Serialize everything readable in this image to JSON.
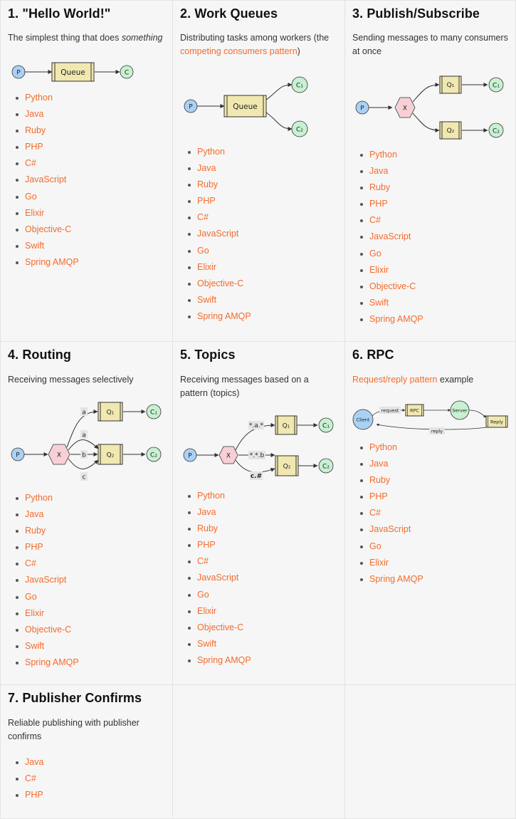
{
  "tutorials": [
    {
      "title": "1. \"Hello World!\"",
      "desc_pre": "The simplest thing that does ",
      "desc_em": "something",
      "diagram": {
        "p": "P",
        "queue": "Queue",
        "c": "C"
      },
      "languages": [
        "Python",
        "Java",
        "Ruby",
        "PHP",
        "C#",
        "JavaScript",
        "Go",
        "Elixir",
        "Objective-C",
        "Swift",
        "Spring AMQP"
      ]
    },
    {
      "title": "2. Work Queues",
      "desc_pre": "Distributing tasks among workers (the ",
      "desc_link": "competing consumers pattern",
      "desc_post": ")",
      "diagram": {
        "p": "P",
        "queue": "Queue",
        "c1": "C₁",
        "c2": "C₂"
      },
      "languages": [
        "Python",
        "Java",
        "Ruby",
        "PHP",
        "C#",
        "JavaScript",
        "Go",
        "Elixir",
        "Objective-C",
        "Swift",
        "Spring AMQP"
      ]
    },
    {
      "title": "3. Publish/Subscribe",
      "desc": "Sending messages to many consumers at once",
      "diagram": {
        "p": "P",
        "x": "X",
        "q1": "Q₁",
        "q2": "Q₂",
        "c1": "C₁",
        "c2": "C₂"
      },
      "languages": [
        "Python",
        "Java",
        "Ruby",
        "PHP",
        "C#",
        "JavaScript",
        "Go",
        "Elixir",
        "Objective-C",
        "Swift",
        "Spring AMQP"
      ]
    },
    {
      "title": "4. Routing",
      "desc": "Receiving messages selectively",
      "diagram": {
        "p": "P",
        "x": "X",
        "q1": "Q₁",
        "q2": "Q₂",
        "c1": "C₁",
        "c2": "C₂",
        "k_a1": "a",
        "k_a2": "a",
        "k_b": "b",
        "k_c": "c"
      },
      "languages": [
        "Python",
        "Java",
        "Ruby",
        "PHP",
        "C#",
        "JavaScript",
        "Go",
        "Elixir",
        "Objective-C",
        "Swift",
        "Spring AMQP"
      ]
    },
    {
      "title": "5. Topics",
      "desc": "Receiving messages based on a pattern (topics)",
      "diagram": {
        "p": "P",
        "x": "X",
        "q1": "Q₁",
        "q2": "Q₂",
        "c1": "C₁",
        "c2": "C₂",
        "k1": "*.a.*",
        "k2": "*.*.b",
        "k3": "c.#"
      },
      "languages": [
        "Python",
        "Java",
        "Ruby",
        "PHP",
        "C#",
        "JavaScript",
        "Go",
        "Elixir",
        "Objective-C",
        "Swift",
        "Spring AMQP"
      ]
    },
    {
      "title": "6. RPC",
      "desc_link": "Request/reply pattern",
      "desc_post": " example",
      "diagram": {
        "client": "Client",
        "request": "request",
        "rpc": "RPC",
        "server": "Server",
        "reply_q": "Reply",
        "reply": "reply"
      },
      "languages": [
        "Python",
        "Java",
        "Ruby",
        "PHP",
        "C#",
        "JavaScript",
        "Go",
        "Elixir",
        "Spring AMQP"
      ]
    },
    {
      "title": "7. Publisher Confirms",
      "desc": "Reliable publishing with publisher confirms",
      "languages": [
        "Java",
        "C#",
        "PHP"
      ]
    }
  ]
}
